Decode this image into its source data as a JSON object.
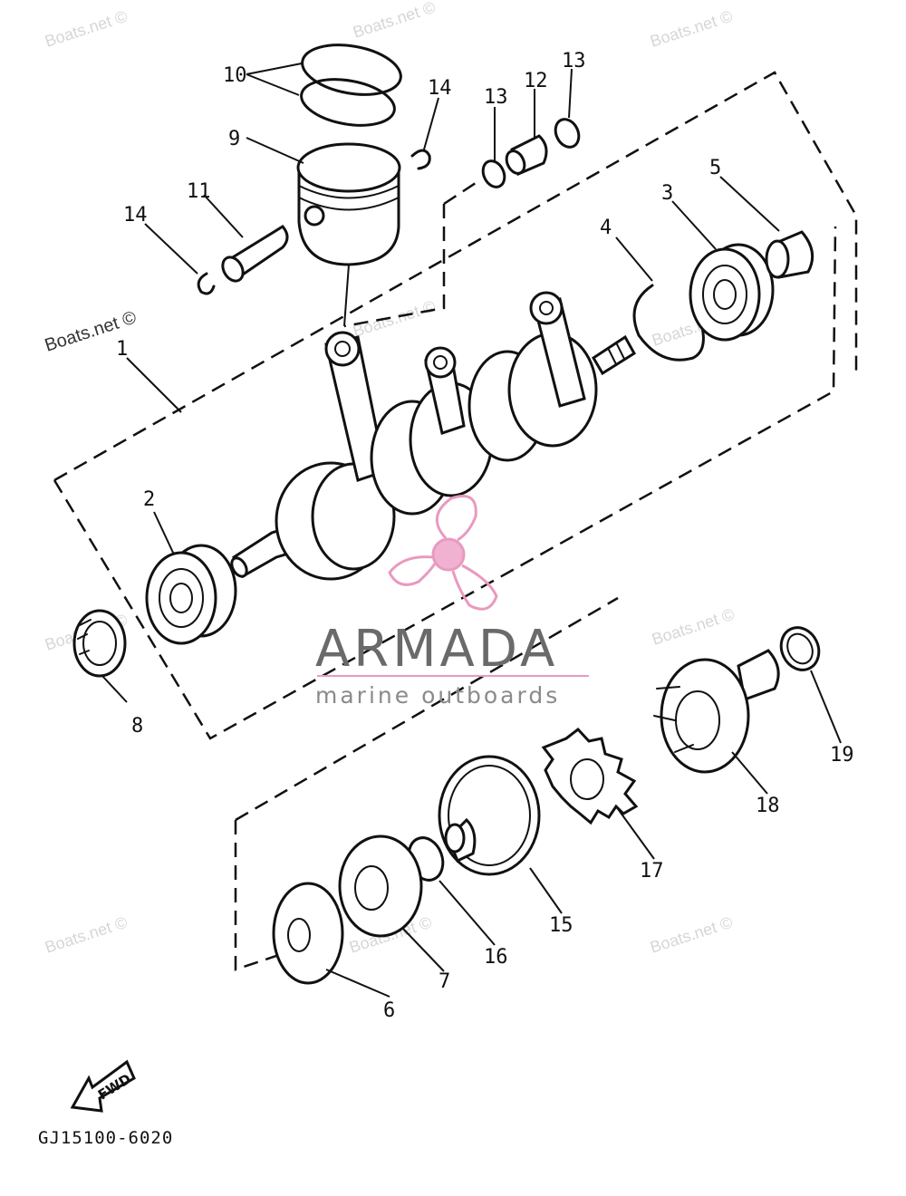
{
  "watermarks": [
    "Boats.net ©",
    "Boats.net ©",
    "Boats.net ©",
    "Boats.net ©",
    "Boats.net ©",
    "Boats.net ©",
    "Boats.net ©",
    "Boats.net ©",
    "Boats.net ©",
    "Boats.net ©"
  ],
  "callouts": {
    "c1": "1",
    "c2": "2",
    "c3": "3",
    "c4": "4",
    "c5": "5",
    "c6": "6",
    "c7": "7",
    "c8": "8",
    "c9": "9",
    "c10": "10",
    "c11": "11",
    "c12": "12",
    "c13a": "13",
    "c13b": "13",
    "c14a": "14",
    "c14b": "14",
    "c15": "15",
    "c16": "16",
    "c17": "17",
    "c18": "18",
    "c19": "19"
  },
  "logo": {
    "name": "ARMADA",
    "tagline": "marine outboards",
    "accent": "#e89ac0"
  },
  "fwd_label": "FWD",
  "drawing_code": "GJ15100-6020"
}
